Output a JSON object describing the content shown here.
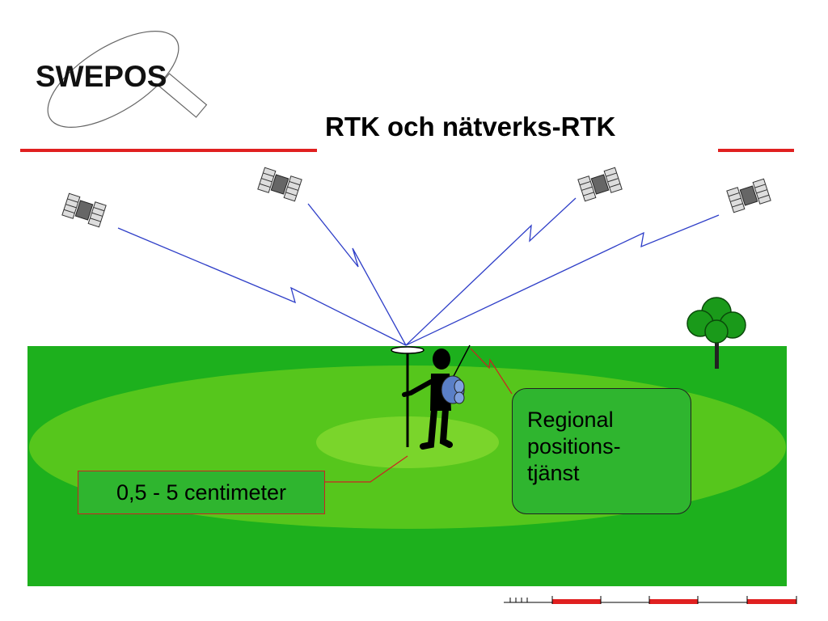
{
  "logo": {
    "text": "SWEPOS"
  },
  "title": "RTK och nätverks-RTK",
  "callouts": {
    "accuracy": "0,5 - 5 centimeter",
    "service_lines": [
      "Regional",
      "positions-",
      "tjänst"
    ]
  },
  "icons": [
    "swepos-logo-icon",
    "satellite-icon",
    "tree-icon",
    "surveyor-icon",
    "gnss-antenna-icon",
    "signal-lightning-icon"
  ],
  "colors": {
    "field": "#1db01d",
    "outer_zone": "#56c61c",
    "inner_zone": "#7ad52b",
    "title_rule": "#e02020",
    "signal": "#2f3fc8",
    "backpack": "#5a7fc7"
  }
}
